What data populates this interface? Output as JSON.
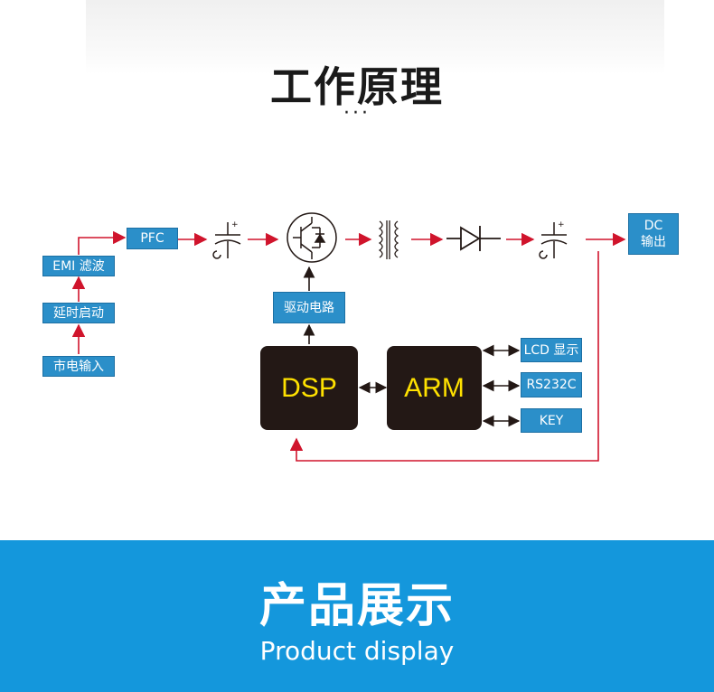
{
  "header": {
    "title": "工作原理",
    "dots": "···"
  },
  "diagram": {
    "boxes": {
      "mains_input": "市电输入",
      "delay_start": "延时启动",
      "emi_filter": "EMI 滤波",
      "pfc": "PFC",
      "drive_circuit": "驱动电路",
      "dc_output_line1": "DC",
      "dc_output_line2": "输出",
      "lcd_display": "LCD 显示",
      "rs232c": "RS232C",
      "key": "KEY"
    },
    "processors": {
      "dsp": "DSP",
      "arm": "ARM"
    },
    "colors": {
      "arrow": "#d0142c",
      "box": "#2b8fc9",
      "processor_bg": "#231815",
      "processor_text": "#ffe100"
    }
  },
  "banner": {
    "title": "产品展示",
    "subtitle": "Product display",
    "color": "#1497dc"
  }
}
